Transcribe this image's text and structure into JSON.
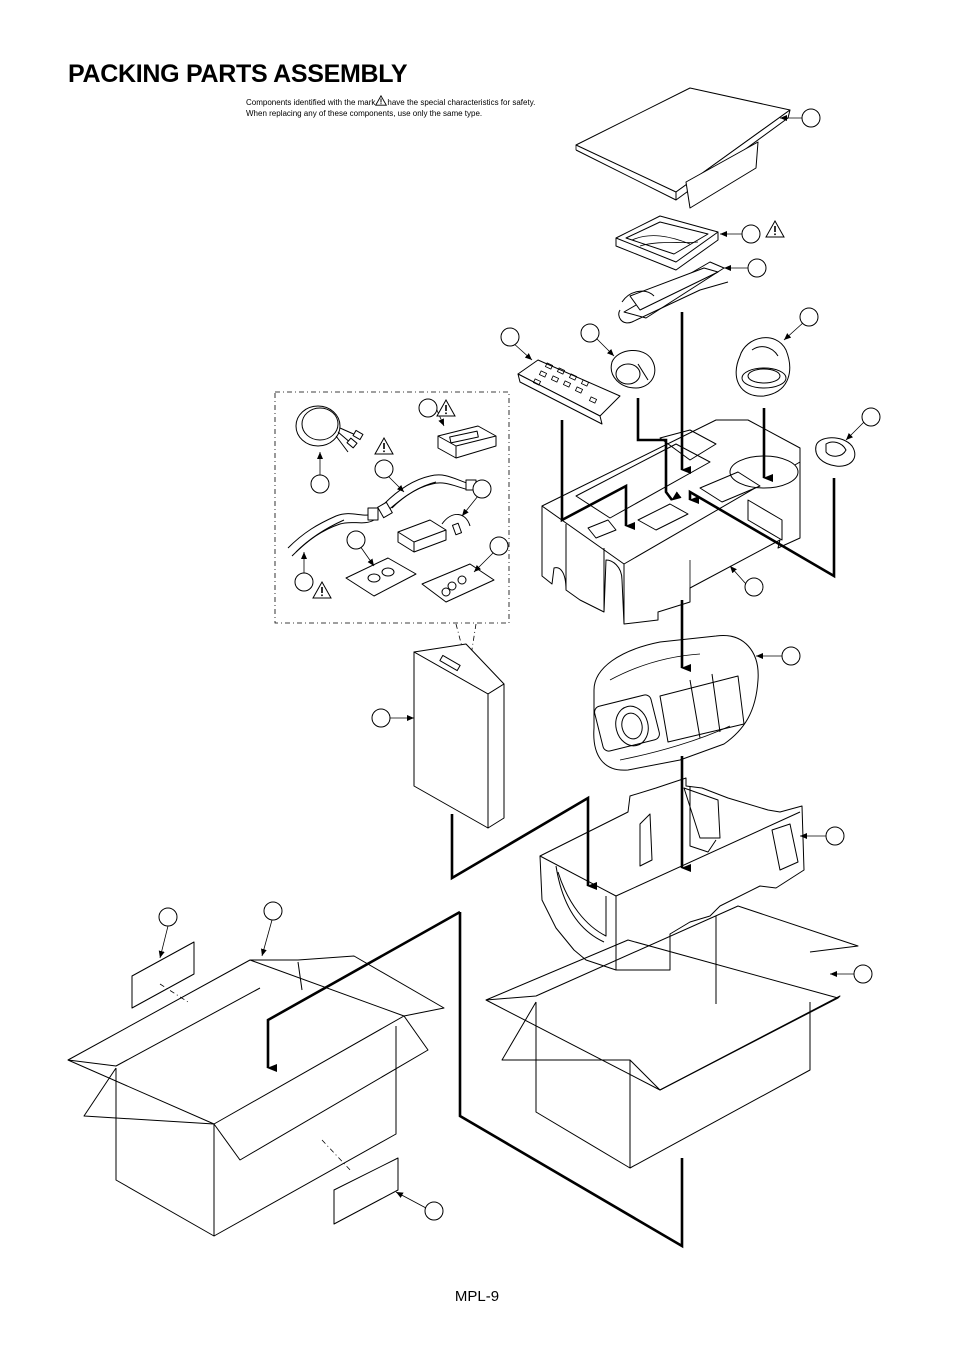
{
  "page": {
    "title": "PACKING PARTS ASSEMBLY",
    "note_line1_before": "Components identified with the mark",
    "note_line1_after": "have the special characteristics for safety.",
    "note_line2": "When replacing any of these components, use only the same type.",
    "page_number": "MPL-9"
  },
  "icons": {
    "warning": "warning-triangle-icon"
  },
  "parts": [
    "top-cardboard-sheet",
    "instruction-book-bag",
    "shoulder-strap",
    "remote-control",
    "lens-cap",
    "lens-hood",
    "small-accessory",
    "av-cable",
    "battery-pack",
    "power-cord",
    "dc-cord",
    "ac-adaptor",
    "screw-bag-a",
    "screw-bag-b",
    "accessory-box",
    "upper-cushion",
    "camera-bag",
    "lower-cushion",
    "left-carton",
    "right-carton",
    "label-a",
    "label-b"
  ]
}
